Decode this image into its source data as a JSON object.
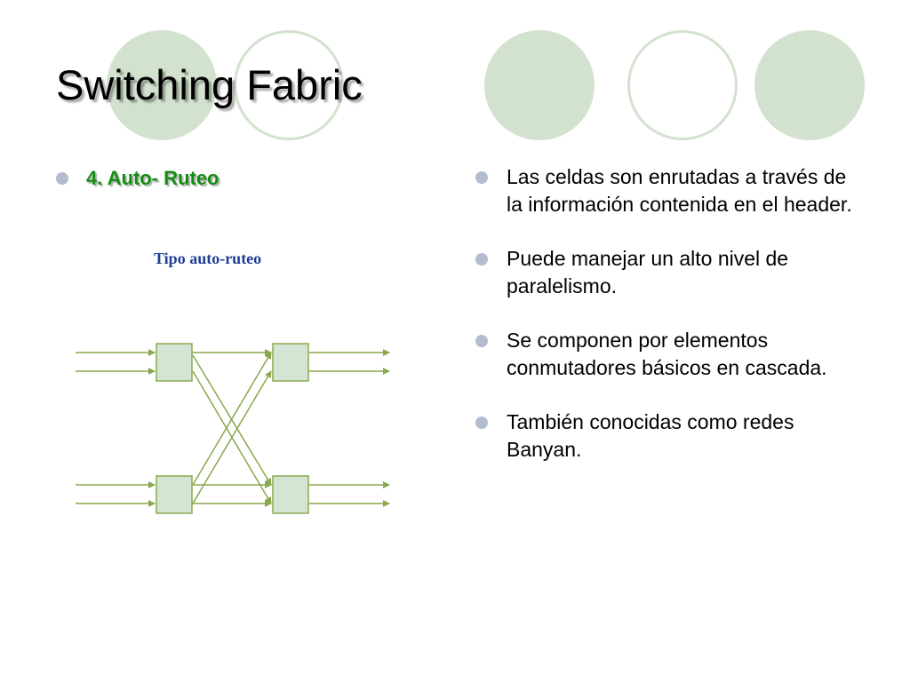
{
  "slide": {
    "title": "Switching Fabric",
    "left_bullet": "4. Auto- Ruteo",
    "diagram_caption": "Tipo auto-ruteo",
    "right_bullets": [
      "Las celdas son enrutadas a través de la información contenida en el header.",
      "Puede manejar un alto nivel de paralelismo.",
      "Se componen por elementos conmutadores básicos en cascada.",
      "También conocidas como redes Banyan."
    ]
  },
  "colors": {
    "circle_fill": "#d3e2cf",
    "bullet": "#b4bdd0",
    "left_bullet_text": "#148d14",
    "caption": "#1f3e95",
    "diagram_line": "#8aa84f",
    "switch_fill": "#d6e5d3"
  }
}
